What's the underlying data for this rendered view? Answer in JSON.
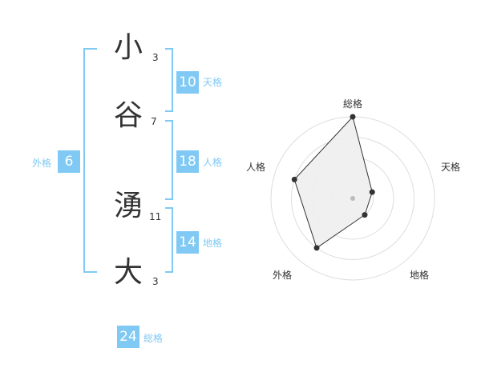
{
  "name": {
    "chars": [
      {
        "char": "小",
        "strokes": "3"
      },
      {
        "char": "谷",
        "strokes": "7"
      },
      {
        "char": "湧",
        "strokes": "11"
      },
      {
        "char": "大",
        "strokes": "3"
      }
    ]
  },
  "kakusu": {
    "tenkaku": {
      "value": "10",
      "label": "天格"
    },
    "jinkaku": {
      "value": "18",
      "label": "人格"
    },
    "chikaku": {
      "value": "14",
      "label": "地格"
    },
    "gaikaku": {
      "value": "6",
      "label": "外格"
    },
    "soukaku": {
      "value": "24",
      "label": "総格"
    }
  },
  "chart_data": {
    "type": "radar",
    "axes": [
      "総格",
      "天格",
      "地格",
      "外格",
      "人格"
    ],
    "values": [
      4,
      1,
      1,
      3,
      3
    ],
    "max": 4,
    "rings": 4,
    "grid": true,
    "colors": {
      "fill": "#eeeeee",
      "line": "#333333",
      "ring": "#dddddd",
      "accent": "#7fc9f4"
    }
  }
}
